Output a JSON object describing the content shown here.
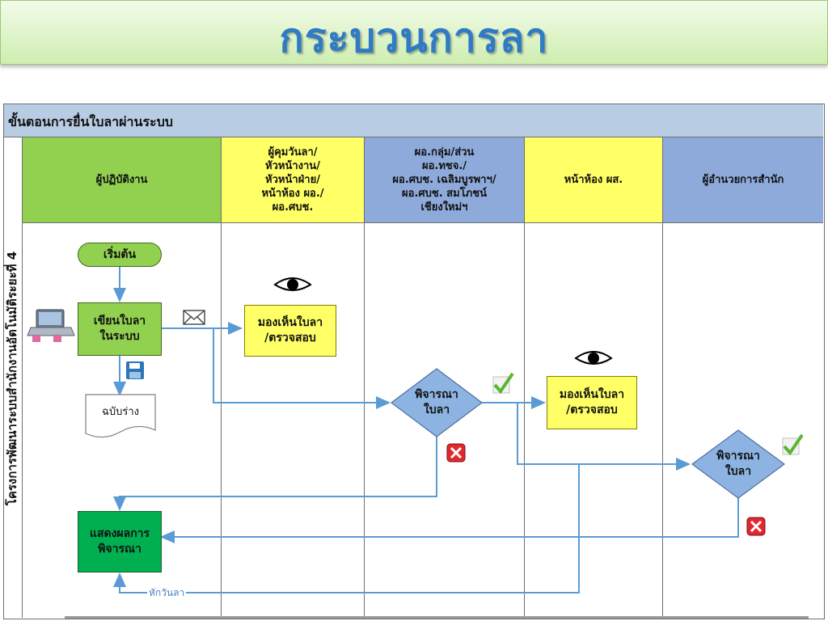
{
  "title": "กระบวนการลา",
  "diagram": {
    "header": "ขั้นตอนการยื่นใบลาผ่านระบบ",
    "side_label": "โครงการพัฒนาระบบสำนักงานอัตโนมัติระยะที่ 4",
    "lanes": [
      "ผู้ปฏิบัติงาน",
      "ผู้คุมวันลา/\nหัวหน้างาน/\nหัวหน้าฝ่าย/\nหน้าห้อง ผอ./\nผอ.ศบช.",
      "ผอ.กลุ่ม/ส่วน\nผอ.ทชจ./\nผอ.ศบช. เฉลิมบูรพาฯ/\nผอ.ศบช. สมโภชน์\nเชียงใหม่ฯ",
      "หน้าห้อง ผส.",
      "ผู้อำนวยการสำนัก"
    ],
    "nodes": {
      "start": "เริ่มต้น",
      "write": "เขียนใบลา\nในระบบ",
      "draft": "ฉบับร่าง",
      "view1": "มองเห็นใบลา\n/ตรวจสอบ",
      "consider1": "พิจารณา\nใบลา",
      "view2": "มองเห็นใบลา\n/ตรวจสอบ",
      "consider2": "พิจารณา\nใบลา",
      "result": "แสดงผลการ\nพิจารณา"
    },
    "deduct_label": "หักวันลา"
  },
  "colors": {
    "lane1": "#92d050",
    "lane2": "#ffff66",
    "lane3": "#8eaadb",
    "lane4": "#ffff66",
    "lane5": "#8eaadb",
    "diamond": "#8db3e2",
    "result": "#00b050",
    "arrow": "#5b9bd5"
  }
}
